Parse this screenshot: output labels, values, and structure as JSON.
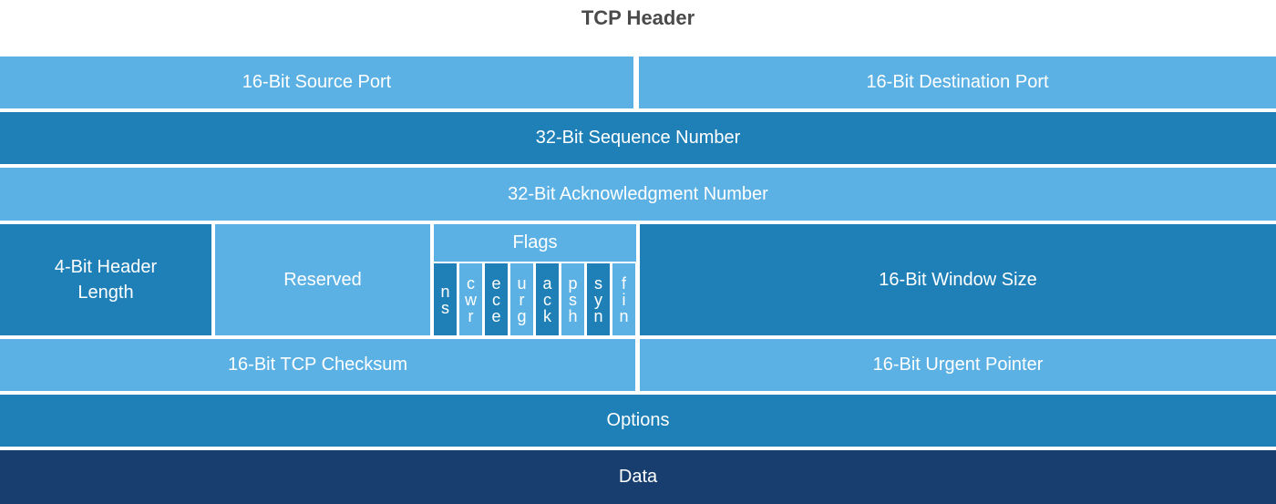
{
  "title": "TCP Header",
  "rows": {
    "source_port": "16-Bit Source Port",
    "destination_port": "16-Bit Destination Port",
    "sequence_number": "32-Bit Sequence Number",
    "ack_number": "32-Bit Acknowledgment Number",
    "header_length": "4-Bit Header\nLength",
    "reserved": "Reserved",
    "flags_title": "Flags",
    "window_size": "16-Bit Window Size",
    "checksum": "16-Bit TCP Checksum",
    "urgent_pointer": "16-Bit Urgent Pointer",
    "options": "Options",
    "data": "Data"
  },
  "flags": [
    "ns",
    "cwr",
    "ece",
    "urg",
    "ack",
    "psh",
    "syn",
    "fin"
  ],
  "colors": {
    "light": "#5cb1e4",
    "mid": "#1f80b8",
    "dark": "#173e6e",
    "title": "#4a4a4a"
  }
}
